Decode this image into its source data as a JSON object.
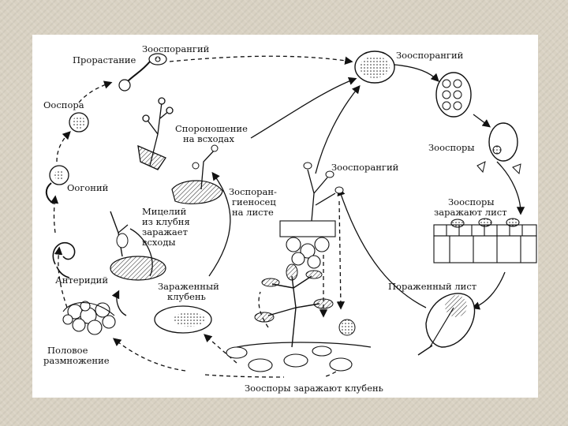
{
  "labels": {
    "germination": "Прорастание",
    "zoosporangium_top_left": "Зооспорангий",
    "zoosporangium_top_right": "Зооспорангий",
    "oospore": "Ооспора",
    "sporulation_line1": "Спороношение",
    "sporulation_line2": "на всходах",
    "zoospores": "Зооспоры",
    "zoosporangium_middle": "Зооспорангий",
    "oogonium": "Оогоний",
    "sporangiophore_line1": "Зоспоран-",
    "sporangiophore_line2": "гиеносец",
    "sporangiophore_line3": "на листе",
    "zoospores_infect_leaf_line1": "Зооспоры",
    "zoospores_infect_leaf_line2": "заражают лист",
    "mycelium_line1": "Мицелий",
    "mycelium_line2": "из клубня",
    "mycelium_line3": "заражает",
    "mycelium_line4": "всходы",
    "antheridium": "Антеридий",
    "infected_tuber_line1": "Зараженный",
    "infected_tuber_line2": "клубень",
    "affected_leaf": "Пораженный лист",
    "sexual_reproduction_line1": "Половое",
    "sexual_reproduction_line2": "размножение",
    "zoospores_infect_tuber": "Зооспоры заражают клубень"
  },
  "colors": {
    "background": "#d9d2c3",
    "panel": "#ffffff",
    "ink": "#111111"
  }
}
